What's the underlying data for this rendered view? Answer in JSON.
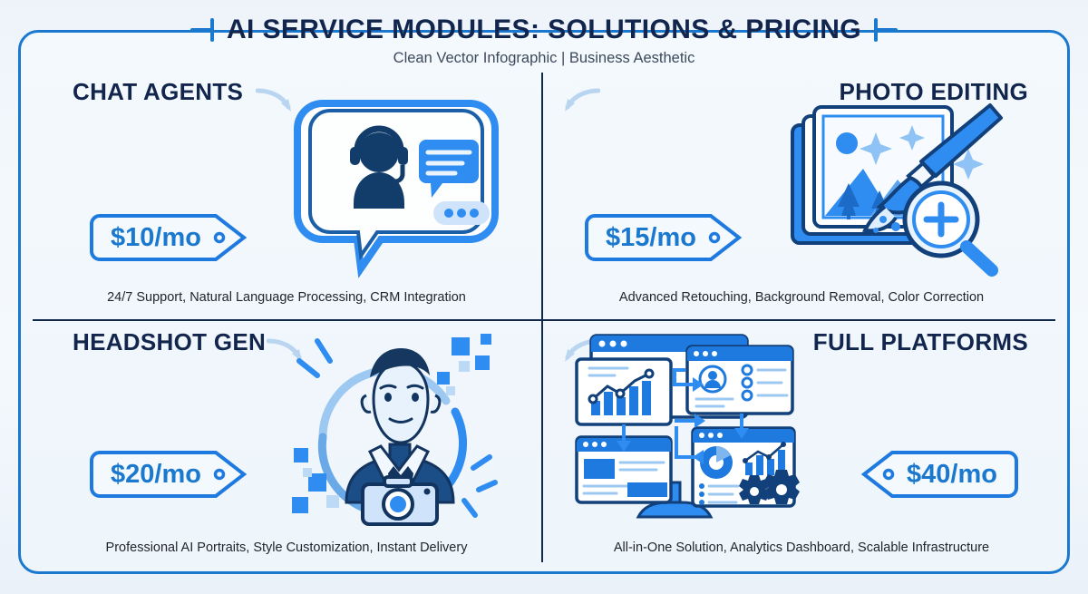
{
  "header": {
    "title": "AI SERVICE MODULES: SOLUTIONS & PRICING",
    "subtitle": "Clean Vector Infographic | Business Aesthetic"
  },
  "colors": {
    "accent_blue": "#1a78cf",
    "bright_blue": "#1f7ae0",
    "navy": "#12254d",
    "divider": "#13294b",
    "page_background": "#eef4fb",
    "panel_background": "#f3f8fd"
  },
  "quadrants": [
    {
      "id": "chat-agents",
      "heading": "CHAT AGENTS",
      "price": "$10/mo",
      "tag_direction": "right",
      "features": "24/7 Support, Natural Language Processing, CRM Integration",
      "icon": "chat-support-bubble-icon",
      "arrow": "curved-arrow-down-right-icon"
    },
    {
      "id": "photo-editing",
      "heading": "PHOTO EDITING",
      "price": "$15/mo",
      "tag_direction": "right",
      "features": "Advanced Retouching, Background Removal, Color Correction",
      "icon": "photo-frames-brush-magnifier-icon",
      "arrow": "curved-arrow-down-left-icon"
    },
    {
      "id": "headshot-gen",
      "heading": "HEADSHOT GEN",
      "price": "$20/mo",
      "tag_direction": "right",
      "features": "Professional AI Portraits, Style Customization, Instant Delivery",
      "icon": "portrait-camera-circle-icon",
      "arrow": "curved-arrow-down-right-icon"
    },
    {
      "id": "full-platforms",
      "heading": "FULL PLATFORMS",
      "price": "$40/mo",
      "tag_direction": "left",
      "features": "All-in-One Solution, Analytics Dashboard, Scalable Infrastructure",
      "icon": "dashboard-monitor-windows-icon",
      "arrow": "curved-arrow-down-left-icon"
    }
  ]
}
